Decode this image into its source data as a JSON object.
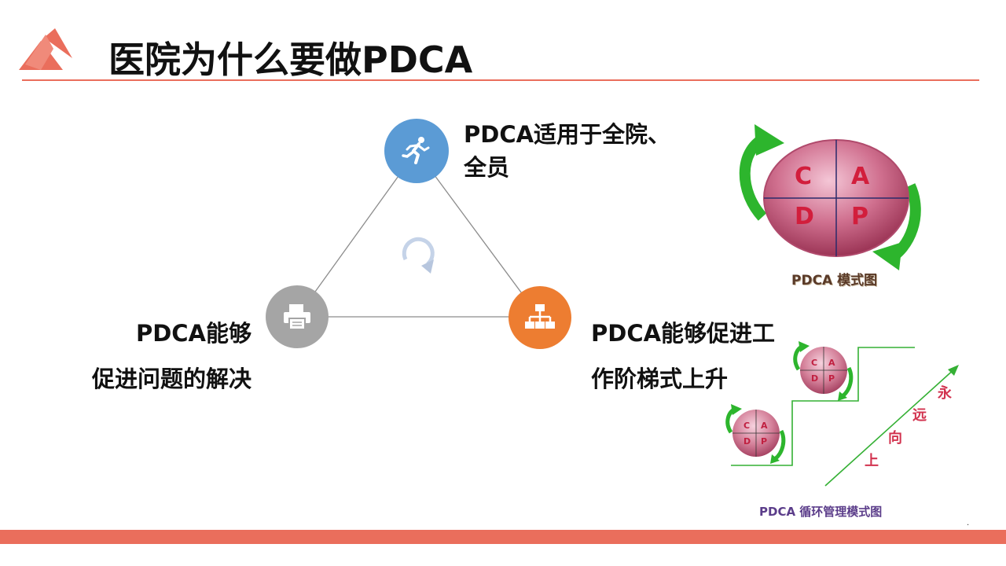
{
  "slide": {
    "title": "医院为什么要做PDCA",
    "accent_color": "#ea6e5c"
  },
  "triangle": {
    "top": {
      "icon": "runner-icon",
      "color": "#5b9bd5",
      "label_line1": "PDCA适用于全院、",
      "label_line2": "全员"
    },
    "left": {
      "icon": "printer-icon",
      "color": "#a5a5a5",
      "label_line1": "PDCA能够",
      "label_line2": "促进问题的解决"
    },
    "right": {
      "icon": "network-icon",
      "color": "#ed7d31",
      "label_line1": "PDCA能够促进工",
      "label_line2": "作阶梯式上升"
    },
    "center_icon": "refresh-icon"
  },
  "model_figure": {
    "quadrants": [
      "C",
      "A",
      "D",
      "P"
    ],
    "caption": "PDCA 模式图"
  },
  "cycle_figure": {
    "quadrants": [
      "C",
      "A",
      "D",
      "P"
    ],
    "slope_text": [
      "上",
      "向",
      "远",
      "永"
    ],
    "caption": "PDCA 循环管理模式图"
  },
  "page_marker": "."
}
